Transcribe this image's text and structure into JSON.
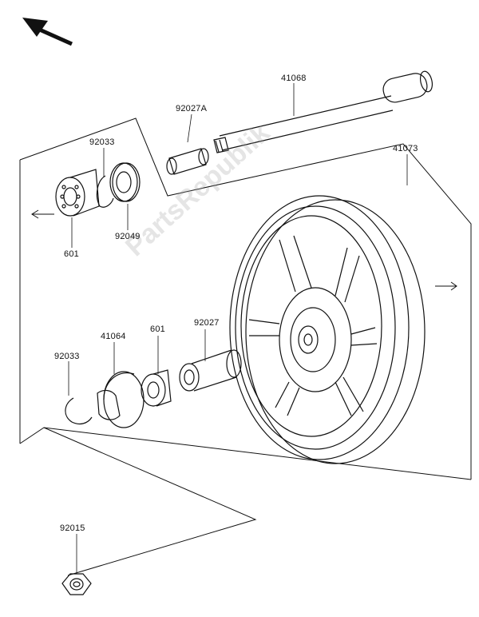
{
  "parts": [
    {
      "id": "p41068",
      "label": "41068"
    },
    {
      "id": "p92027a",
      "label": "92027A"
    },
    {
      "id": "p41073",
      "label": "41073"
    },
    {
      "id": "p92033a",
      "label": "92033"
    },
    {
      "id": "p92049",
      "label": "92049"
    },
    {
      "id": "p601a",
      "label": "601"
    },
    {
      "id": "p41064",
      "label": "41064"
    },
    {
      "id": "p601b",
      "label": "601"
    },
    {
      "id": "p92027",
      "label": "92027"
    },
    {
      "id": "p92033b",
      "label": "92033"
    },
    {
      "id": "p92015",
      "label": "92015"
    }
  ],
  "watermark": "PartsRepublik",
  "colors": {
    "ink": "#111111",
    "watermark": "#a0a0a0"
  }
}
